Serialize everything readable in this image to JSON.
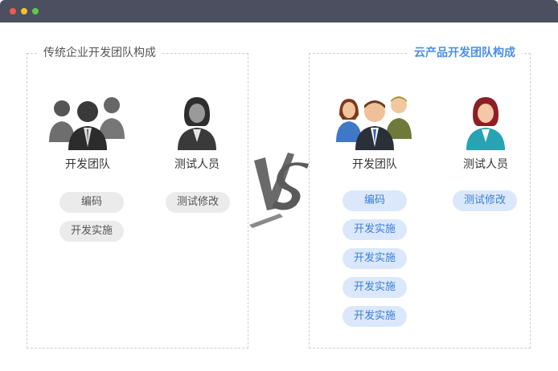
{
  "window": {
    "controls": [
      "close",
      "minimize",
      "maximize"
    ]
  },
  "left_panel": {
    "title": "传统企业开发团队构成",
    "team_label": "开发团队",
    "tester_label": "测试人员",
    "team_tasks": [
      "编码",
      "开发实施"
    ],
    "tester_tasks": [
      "测试修改"
    ],
    "icons": [
      "team-gray-icon",
      "tester-gray-icon"
    ],
    "accent": "#8a8a8a"
  },
  "right_panel": {
    "title": "云产品开发团队构成",
    "team_label": "开发团队",
    "tester_label": "测试人员",
    "team_tasks": [
      "编码",
      "开发实施",
      "开发实施",
      "开发实施",
      "开发实施"
    ],
    "tester_tasks": [
      "测试修改"
    ],
    "icons": [
      "team-color-icon",
      "tester-color-icon"
    ],
    "accent": "#4a8ee8"
  },
  "vs": {
    "icon": "vs-brush-icon"
  }
}
